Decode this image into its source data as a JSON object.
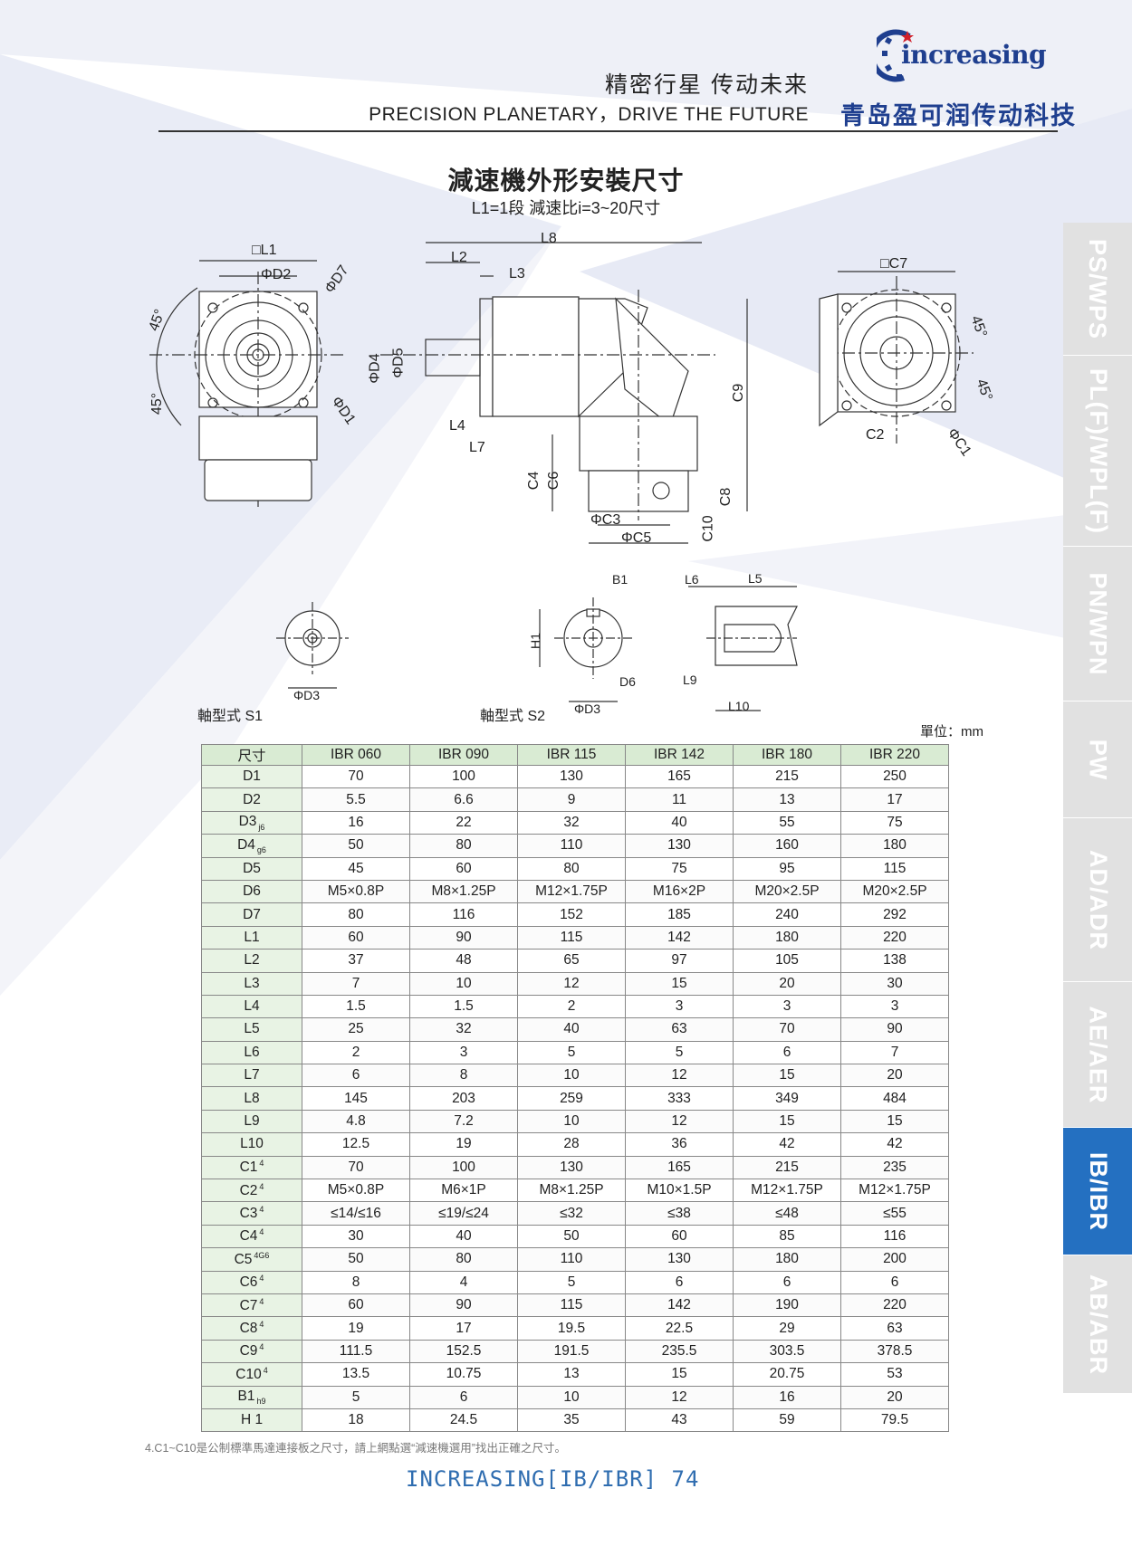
{
  "header": {
    "slogan_cn": "精密行星 传动未来",
    "slogan_en": "PRECISION PLANETARY，DRIVE THE FUTURE",
    "logo_text": "increasing",
    "company_cn": "青岛盈可润传动科技"
  },
  "side_tabs": [
    {
      "label": "PS/WPS",
      "active": false
    },
    {
      "label": "PL(F)/WPL(F)",
      "active": false
    },
    {
      "label": "PN/WPN",
      "active": false
    },
    {
      "label": "PW",
      "active": false
    },
    {
      "label": "AD/ADR",
      "active": false
    },
    {
      "label": "AE/AER",
      "active": false
    },
    {
      "label": "IB/IBR",
      "active": true
    },
    {
      "label": "AB/ABR",
      "active": false
    }
  ],
  "title": "減速機外形安裝尺寸",
  "subtitle": "L1=1段 減速比i=3~20尺寸",
  "drawing_labels": {
    "l1": "□L1",
    "d2": "ΦD2",
    "d7": "ΦD7",
    "d1": "ΦD1",
    "angle": "45°",
    "l8": "L8",
    "l2": "L2",
    "l3": "L3",
    "d4": "ΦD4",
    "d5": "ΦD5",
    "l4": "L4",
    "l7": "L7",
    "c9": "C9",
    "c4": "C4",
    "c6": "C6",
    "c8": "C8",
    "c3": "ΦC3",
    "c5": "ΦC5",
    "c10": "C10",
    "c7": "□C7",
    "c2": "C2",
    "c1": "ΦC1",
    "d3": "ΦD3",
    "b1": "B1",
    "h1": "H1",
    "d6": "D6",
    "l6": "L6",
    "l5": "L5",
    "l9": "L9",
    "l10": "L10"
  },
  "shaft_s1": "軸型式 S1",
  "shaft_s2": "軸型式 S2",
  "unit": "單位：mm",
  "table": {
    "headers": [
      "尺寸",
      "IBR 060",
      "IBR 090",
      "IBR 115",
      "IBR 142",
      "IBR 180",
      "IBR 220"
    ],
    "rows": [
      {
        "name": "D1",
        "mark": "",
        "mark_type": "",
        "values": [
          "70",
          "100",
          "130",
          "165",
          "215",
          "250"
        ]
      },
      {
        "name": "D2",
        "mark": "",
        "mark_type": "",
        "values": [
          "5.5",
          "6.6",
          "9",
          "11",
          "13",
          "17"
        ]
      },
      {
        "name": "D3",
        "mark": "j6",
        "mark_type": "sub",
        "values": [
          "16",
          "22",
          "32",
          "40",
          "55",
          "75"
        ]
      },
      {
        "name": "D4",
        "mark": "g6",
        "mark_type": "sub",
        "values": [
          "50",
          "80",
          "110",
          "130",
          "160",
          "180"
        ]
      },
      {
        "name": "D5",
        "mark": "",
        "mark_type": "",
        "values": [
          "45",
          "60",
          "80",
          "75",
          "95",
          "115"
        ]
      },
      {
        "name": "D6",
        "mark": "",
        "mark_type": "",
        "values": [
          "M5×0.8P",
          "M8×1.25P",
          "M12×1.75P",
          "M16×2P",
          "M20×2.5P",
          "M20×2.5P"
        ]
      },
      {
        "name": "D7",
        "mark": "",
        "mark_type": "",
        "values": [
          "80",
          "116",
          "152",
          "185",
          "240",
          "292"
        ]
      },
      {
        "name": "L1",
        "mark": "",
        "mark_type": "",
        "values": [
          "60",
          "90",
          "115",
          "142",
          "180",
          "220"
        ]
      },
      {
        "name": "L2",
        "mark": "",
        "mark_type": "",
        "values": [
          "37",
          "48",
          "65",
          "97",
          "105",
          "138"
        ]
      },
      {
        "name": "L3",
        "mark": "",
        "mark_type": "",
        "values": [
          "7",
          "10",
          "12",
          "15",
          "20",
          "30"
        ]
      },
      {
        "name": "L4",
        "mark": "",
        "mark_type": "",
        "values": [
          "1.5",
          "1.5",
          "2",
          "3",
          "3",
          "3"
        ]
      },
      {
        "name": "L5",
        "mark": "",
        "mark_type": "",
        "values": [
          "25",
          "32",
          "40",
          "63",
          "70",
          "90"
        ]
      },
      {
        "name": "L6",
        "mark": "",
        "mark_type": "",
        "values": [
          "2",
          "3",
          "5",
          "5",
          "6",
          "7"
        ]
      },
      {
        "name": "L7",
        "mark": "",
        "mark_type": "",
        "values": [
          "6",
          "8",
          "10",
          "12",
          "15",
          "20"
        ]
      },
      {
        "name": "L8",
        "mark": "",
        "mark_type": "",
        "values": [
          "145",
          "203",
          "259",
          "333",
          "349",
          "484"
        ]
      },
      {
        "name": "L9",
        "mark": "",
        "mark_type": "",
        "values": [
          "4.8",
          "7.2",
          "10",
          "12",
          "15",
          "15"
        ]
      },
      {
        "name": "L10",
        "mark": "",
        "mark_type": "",
        "values": [
          "12.5",
          "19",
          "28",
          "36",
          "42",
          "42"
        ]
      },
      {
        "name": "C1",
        "mark": "4",
        "mark_type": "sup",
        "values": [
          "70",
          "100",
          "130",
          "165",
          "215",
          "235"
        ]
      },
      {
        "name": "C2",
        "mark": "4",
        "mark_type": "sup",
        "values": [
          "M5×0.8P",
          "M6×1P",
          "M8×1.25P",
          "M10×1.5P",
          "M12×1.75P",
          "M12×1.75P"
        ]
      },
      {
        "name": "C3",
        "mark": "4",
        "mark_type": "sup",
        "values": [
          "≤14/≤16",
          "≤19/≤24",
          "≤32",
          "≤38",
          "≤48",
          "≤55"
        ]
      },
      {
        "name": "C4",
        "mark": "4",
        "mark_type": "sup",
        "values": [
          "30",
          "40",
          "50",
          "60",
          "85",
          "116"
        ]
      },
      {
        "name": "C5",
        "mark": "4G6",
        "mark_type": "sup",
        "values": [
          "50",
          "80",
          "110",
          "130",
          "180",
          "200"
        ]
      },
      {
        "name": "C6",
        "mark": "4",
        "mark_type": "sup",
        "values": [
          "8",
          "4",
          "5",
          "6",
          "6",
          "6"
        ]
      },
      {
        "name": "C7",
        "mark": "4",
        "mark_type": "sup",
        "values": [
          "60",
          "90",
          "115",
          "142",
          "190",
          "220"
        ]
      },
      {
        "name": "C8",
        "mark": "4",
        "mark_type": "sup",
        "values": [
          "19",
          "17",
          "19.5",
          "22.5",
          "29",
          "63"
        ]
      },
      {
        "name": "C9",
        "mark": "4",
        "mark_type": "sup",
        "values": [
          "111.5",
          "152.5",
          "191.5",
          "235.5",
          "303.5",
          "378.5"
        ]
      },
      {
        "name": "C10",
        "mark": "4",
        "mark_type": "sup",
        "values": [
          "13.5",
          "10.75",
          "13",
          "15",
          "20.75",
          "53"
        ]
      },
      {
        "name": "B1",
        "mark": "h9",
        "mark_type": "sub",
        "values": [
          "5",
          "6",
          "10",
          "12",
          "16",
          "20"
        ]
      },
      {
        "name": "H 1",
        "mark": "",
        "mark_type": "",
        "values": [
          "18",
          "24.5",
          "35",
          "43",
          "59",
          "79.5"
        ]
      }
    ]
  },
  "footnote": "4.C1~C10是公制標準馬達連接板之尺寸，請上網點選“減速機選用”找出正確之尺寸。",
  "footer": "INCREASING[IB/IBR] 74",
  "colors": {
    "accent": "#2470c1",
    "brand": "#1f3f8f",
    "table_header": "#d9ebd3"
  }
}
